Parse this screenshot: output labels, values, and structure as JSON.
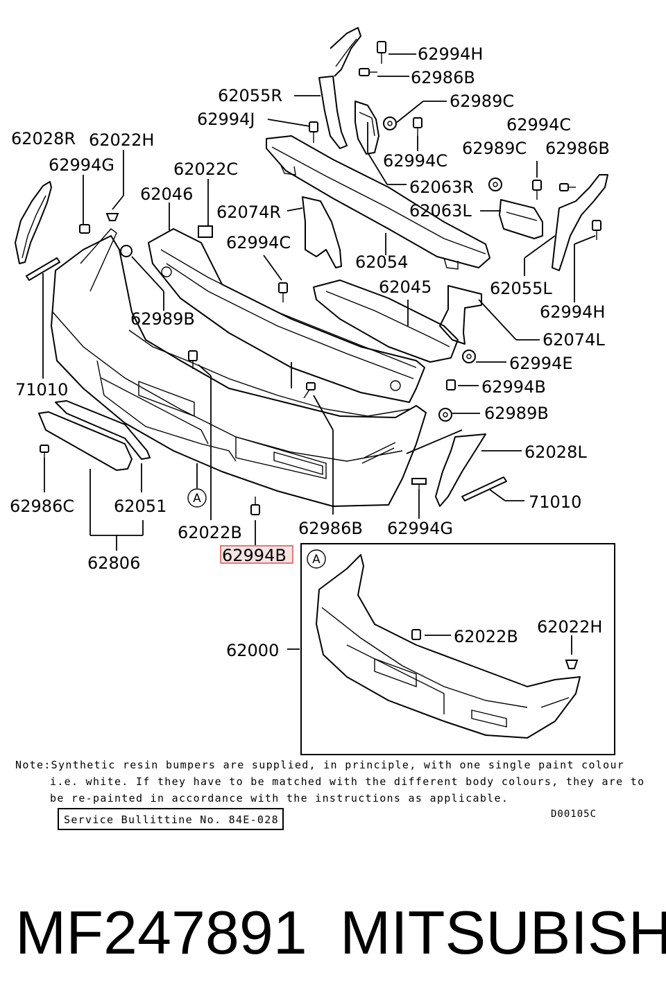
{
  "labels": {
    "p62994H_a": "62994H",
    "p62986B_a": "62986B",
    "p62055R": "62055R",
    "p62989C_a": "62989C",
    "p62994J": "62994J",
    "p62028R": "62028R",
    "p62022H_a": "62022H",
    "p62994C_a": "62994C",
    "p62994G_a": "62994G",
    "p62022C": "62022C",
    "p62989C_b": "62989C",
    "p62986B_b": "62986B",
    "p62046": "62046",
    "p62063R": "62063R",
    "p62074R": "62074R",
    "p62063L": "62063L",
    "p62994C_b": "62994C",
    "p62994C_c": "62994C",
    "p62054": "62054",
    "p62045": "62045",
    "p62055L": "62055L",
    "p62989B_a": "62989B",
    "p62994H_b": "62994H",
    "p62074L": "62074L",
    "p62994E": "62994E",
    "p71010_a": "71010",
    "p62994B_a": "62994B",
    "p62989B_b": "62989B",
    "p62028L": "62028L",
    "p71010_b": "71010",
    "p62986C": "62986C",
    "p62051": "62051",
    "p62022B_a": "62022B",
    "p62986B_c": "62986B",
    "p62994G_b": "62994G",
    "p62806": "62806",
    "p62994B_hl": "62994B",
    "p62000": "62000",
    "p62022B_b": "62022B",
    "p62022H_b": "62022H"
  },
  "callout": {
    "marker": "A"
  },
  "note": {
    "line1": "Note:Synthetic resin bumpers are supplied, in principle, with one single paint colour",
    "line2": "i.e. white. If they have to be matched with the different body colours, they are to",
    "line3": "be re-painted in accordance with the instructions as applicable."
  },
  "service_bulletin": "Service Bullittine No. 84E-028",
  "drawing_code": "D00105C",
  "footer": {
    "part_number": "MF247891",
    "brand": "MITSUBISHI"
  },
  "colors": {
    "highlight_border": "#d9534f",
    "highlight_fill": "#f6e3e3",
    "ink": "#000000"
  }
}
